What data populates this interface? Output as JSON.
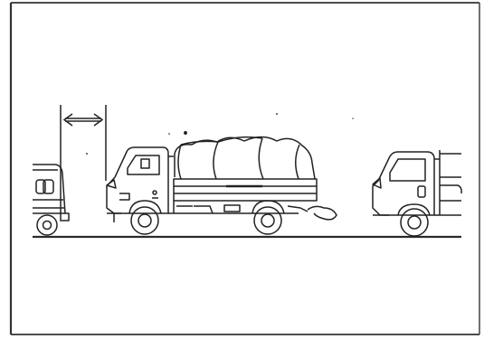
{
  "illustration": {
    "subject": "trucks-in-line-with-gap",
    "vehicles": [
      {
        "name": "rear-truck",
        "view": "front-cab-partial"
      },
      {
        "name": "middle-truck",
        "view": "side-loaded-covered"
      },
      {
        "name": "front-truck",
        "view": "side-cab-partial"
      }
    ],
    "indicator": {
      "name": "gap-distance-arrow",
      "style": "double-headed"
    }
  },
  "colors": {
    "background": "#ffffff",
    "line": "#222222",
    "frame": "#333333",
    "ground": "#2a2a2a"
  }
}
